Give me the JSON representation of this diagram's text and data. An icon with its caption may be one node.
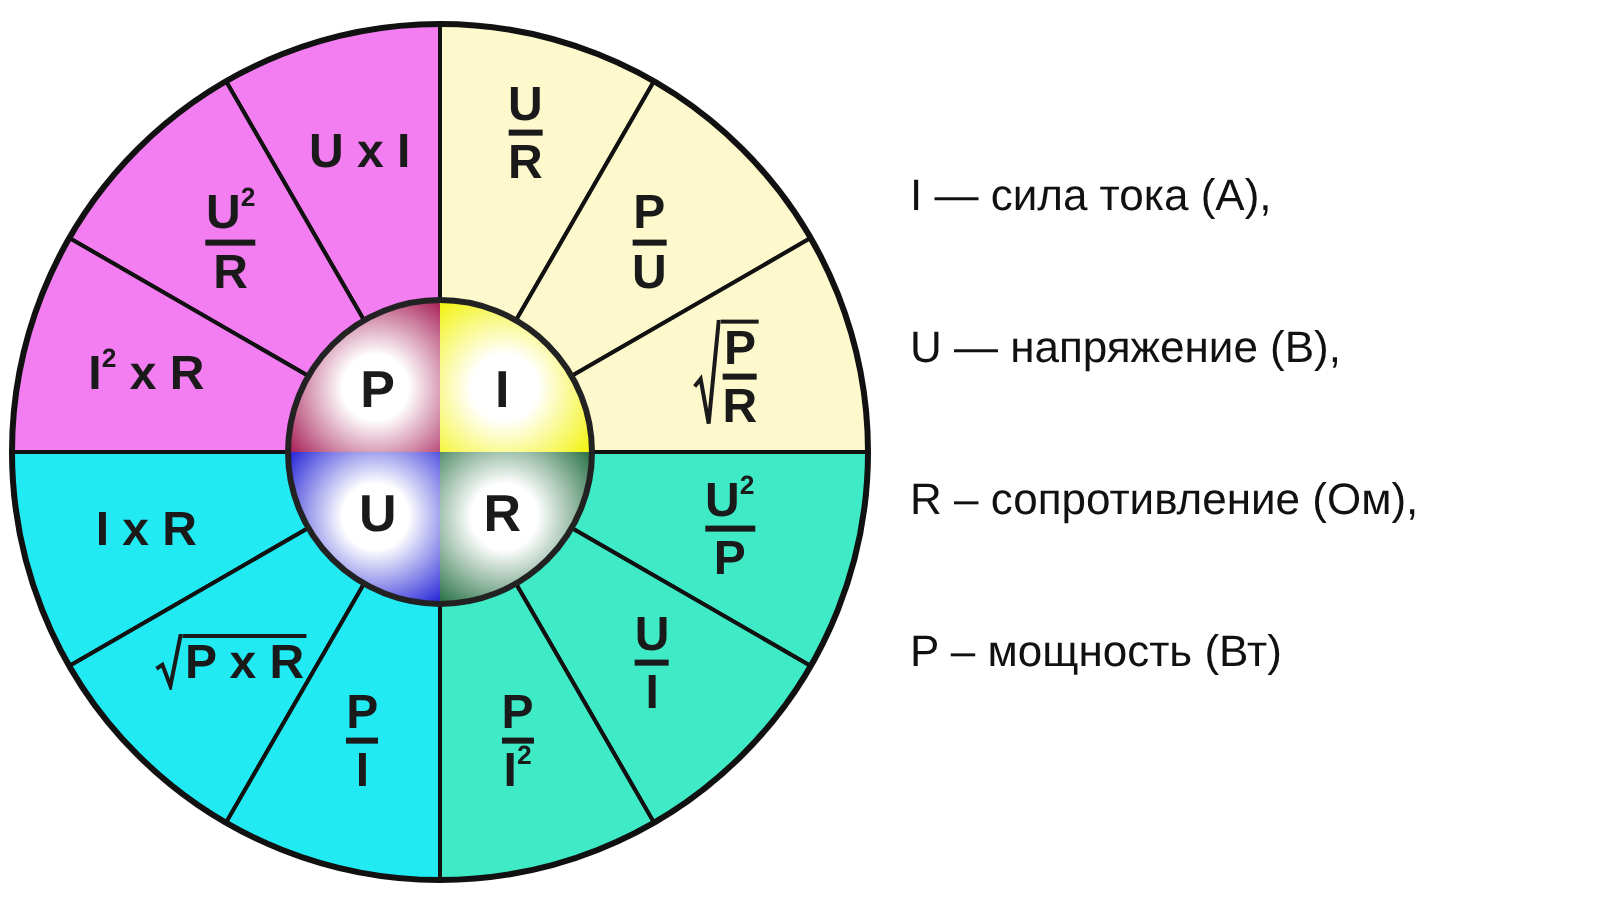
{
  "diagram": {
    "nodes": [
      {
        "text": [
          "U x I"
        ]
      },
      {
        "text": [
          "U$^{2}$",
          "R"
        ]
      },
      {
        "text": [
          "I$^{2}$ x R"
        ]
      },
      {
        "text": [
          "U",
          "R"
        ]
      },
      {
        "text": [
          "P",
          "U"
        ]
      },
      {
        "text": [
          "P",
          "R"
        ]
      },
      {
        "text": [
          "U$^{2}$",
          "P"
        ]
      },
      {
        "text": [
          "U",
          "I"
        ]
      },
      {
        "text": [
          "P",
          "I$^{2}$"
        ]
      },
      {
        "text": [
          "I x R"
        ]
      },
      {
        "text": [
          "P x R"
        ]
      },
      {
        "text": [
          "P",
          "I"
        ]
      },
      {
        "text": [
          "P"
        ]
      },
      {
        "text": [
          "I"
        ]
      },
      {
        "text": [
          "U"
        ]
      },
      {
        "text": [
          "R"
        ]
      }
    ],
    "labels": [
      "I — сила тока (А),",
      "U — напряжение (В),",
      "R – сопротивление (Ом),",
      "P – мощность (Вт)"
    ]
  }
}
